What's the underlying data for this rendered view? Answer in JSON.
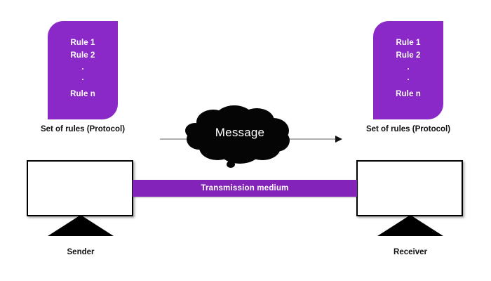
{
  "colors": {
    "purple_card": "#8B28C8",
    "purple_bar": "#8323B8",
    "cloud_fill": "#050505",
    "arrow_line": "#808080",
    "text_dark": "#111111",
    "text_light": "#ffffff"
  },
  "left_protocol": {
    "rules": [
      "Rule 1",
      "Rule 2"
    ],
    "dot1": ".",
    "dot2": ".",
    "last_rule": "Rule n",
    "caption": "Set of rules (Protocol)"
  },
  "right_protocol": {
    "rules": [
      "Rule 1",
      "Rule 2"
    ],
    "dot1": ".",
    "dot2": ".",
    "last_rule": "Rule n",
    "caption": "Set of rules (Protocol)"
  },
  "message": {
    "label": "Message"
  },
  "medium": {
    "label": "Transmission medium"
  },
  "sender": {
    "caption": "Sender"
  },
  "receiver": {
    "caption": "Receiver"
  }
}
